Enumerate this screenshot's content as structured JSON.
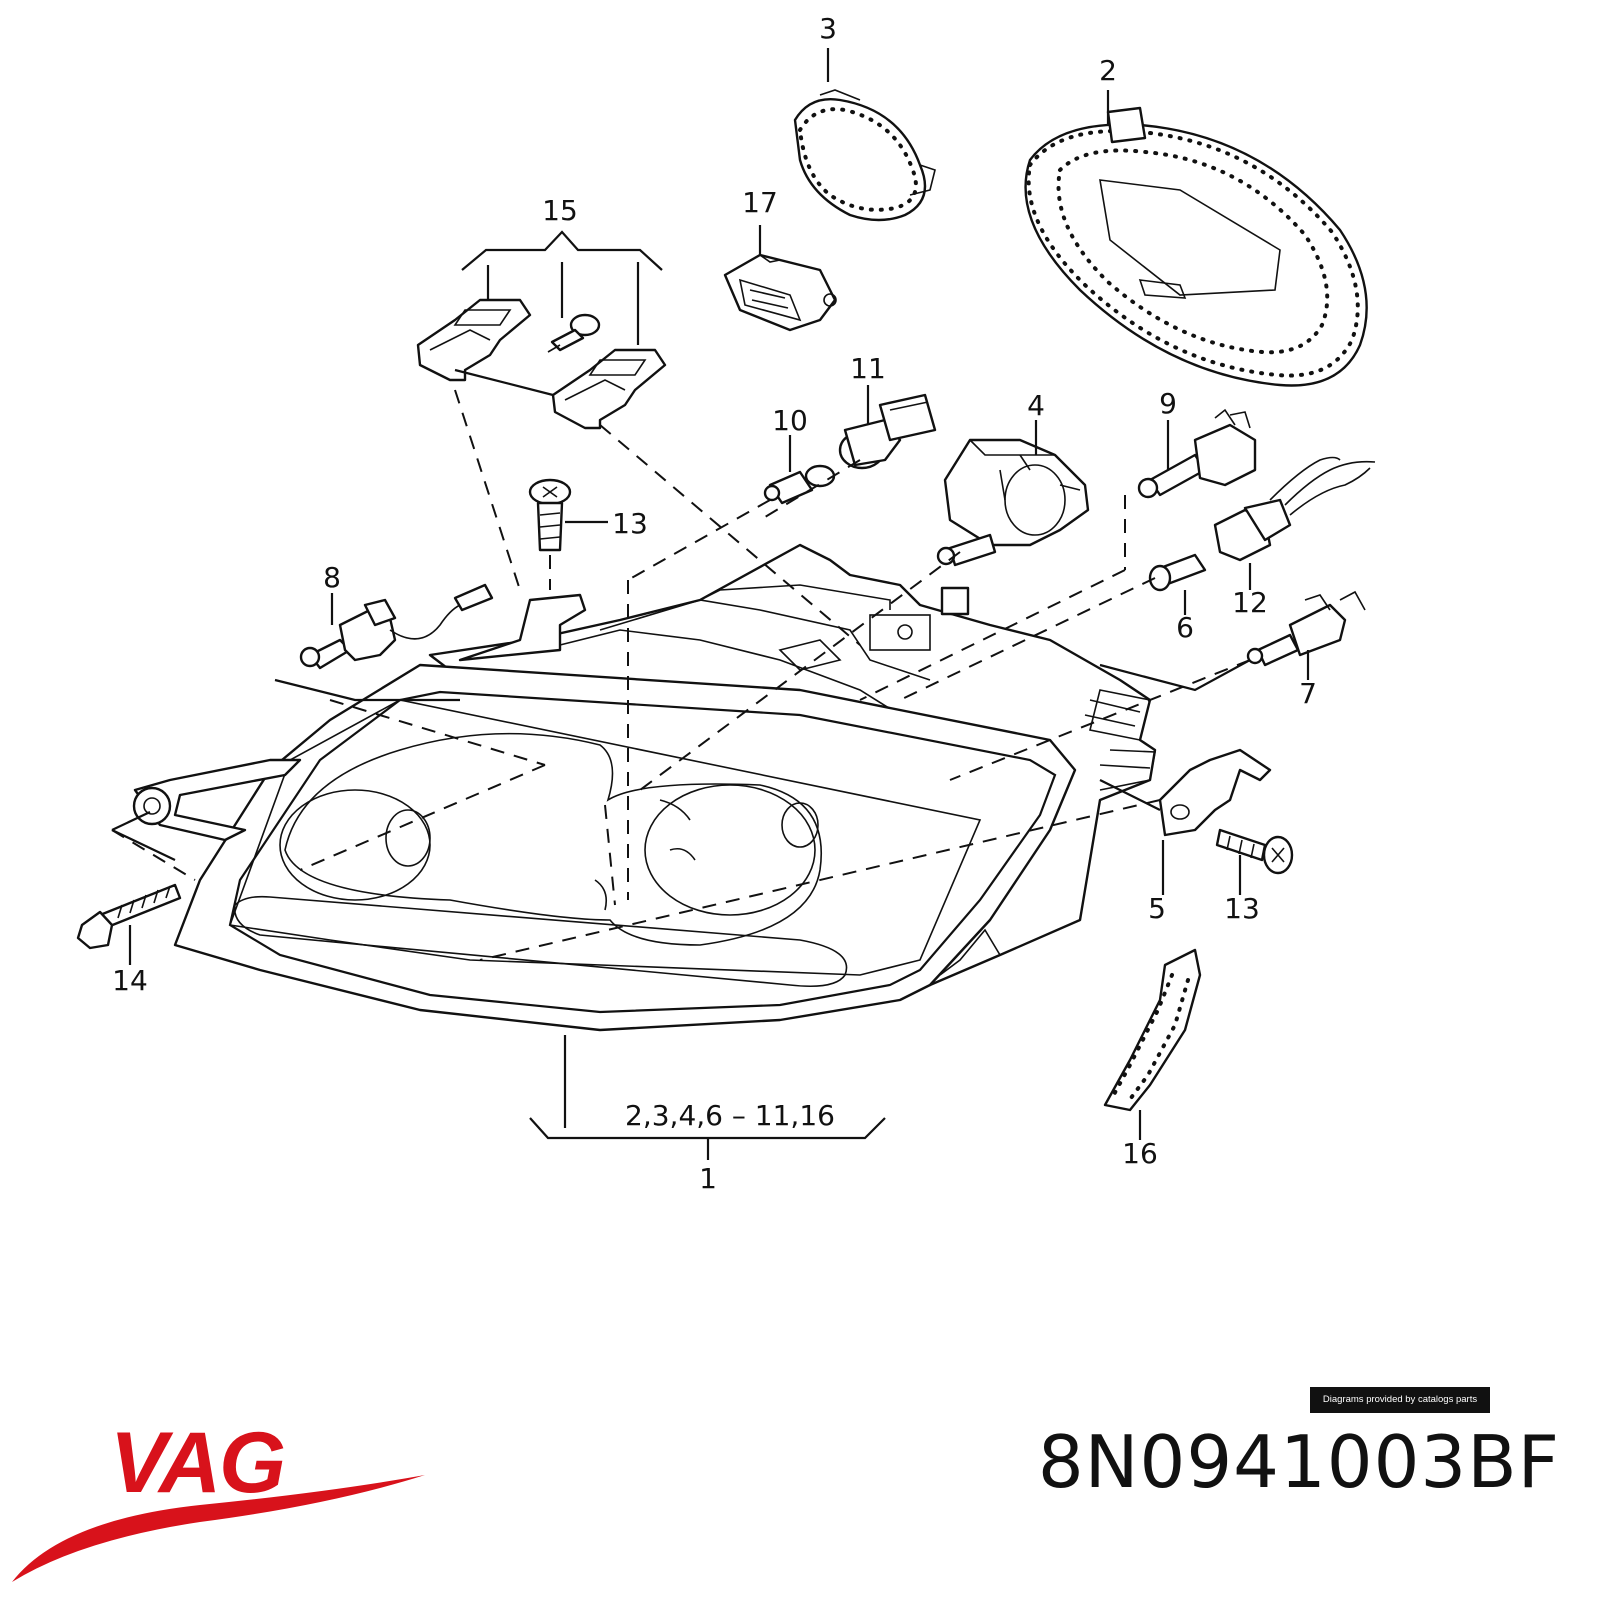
{
  "diagram": {
    "callouts": {
      "p1": "1",
      "p2": "2",
      "p3": "3",
      "p4": "4",
      "p5": "5",
      "p6": "6",
      "p7": "7",
      "p8": "8",
      "p9": "9",
      "p10": "10",
      "p11": "11",
      "p12": "12",
      "p13a": "13",
      "p13b": "13",
      "p14": "14",
      "p15": "15",
      "p16": "16",
      "p17": "17"
    },
    "assembly_label": "2,3,4,6 – 11,16"
  },
  "footer": {
    "credit": "Diagrams provided by catalogs parts",
    "brand": "VAG",
    "brand_color": "#d8121b",
    "part_number": "8N0941003BF"
  }
}
